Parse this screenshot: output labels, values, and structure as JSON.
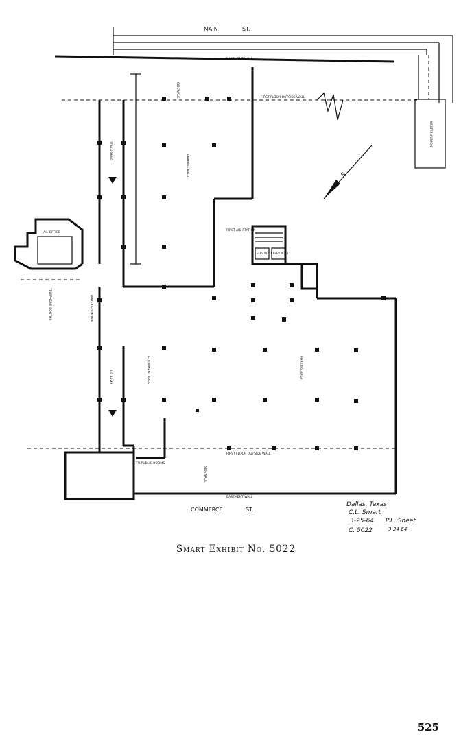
{
  "streets": {
    "main": "MAIN",
    "main_suffix": "ST.",
    "commerce": "COMMERCE",
    "commerce_suffix": "ST."
  },
  "labels": {
    "basement_wall_top": "BASEMENT WALL",
    "basement_wall_bottom": "BASEMENT WALL",
    "first_floor_wall_top": "FIRST FLOOR OUTSIDE WALL",
    "first_floor_wall_bottom": "FIRST FLOOR OUTSIDE WALL",
    "sidewalk_top": "SIDEWALK",
    "sidewalk_bottom": "SIDEWALK",
    "parking_area_top": "PARKING AREA",
    "parking_area_right": "PARKING AREA",
    "down_ramp": "DOWN RAMP",
    "up_ramp": "UP RAMP",
    "first_aid": "FIRST AID STATION",
    "elev_1": "ELEV NO. 1",
    "elev_2": "ELEV NO. 2",
    "jail_office": "JAIL OFFICE",
    "western_union": "WESTERN UNION",
    "telephone_booths": "TELEPHONE BOOTHS",
    "water_fountain": "WATER FOUNTAIN",
    "equipment_area": "EQUIPMENT AREA",
    "to_public_rooms": "TO PUBLIC ROOMS"
  },
  "annotation": {
    "line1": "Dallas, Texas",
    "line2": "C.L. Smart",
    "line3": "3-25-64",
    "line4": "C. 5022",
    "signature": "P.L. Sheet",
    "sig_date": "3-24-64"
  },
  "caption": "Smart Exhibit No. 5022",
  "page_number": "525"
}
